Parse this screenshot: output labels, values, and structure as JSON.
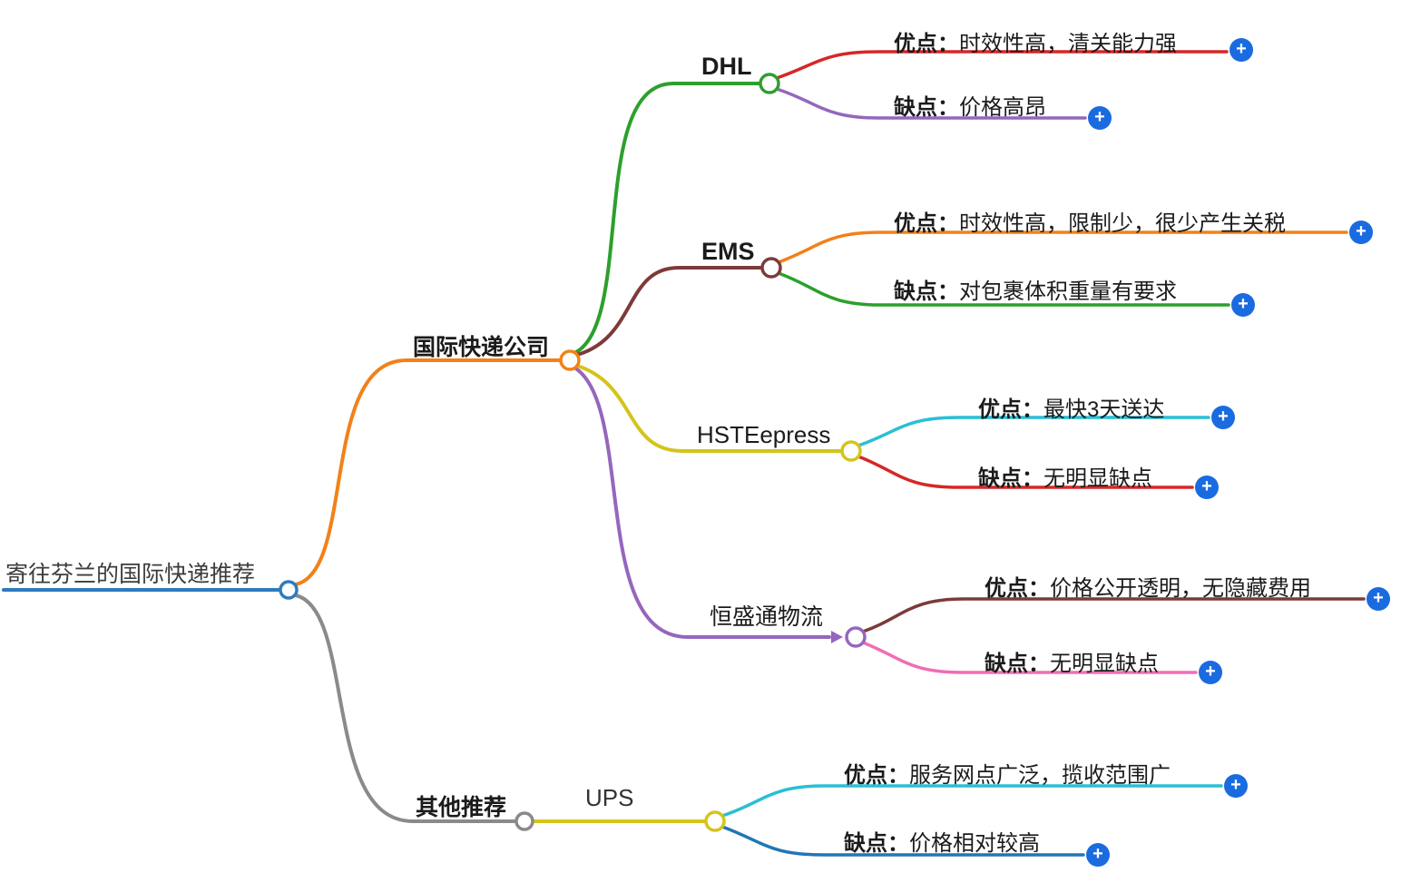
{
  "root": {
    "label": "寄往芬兰的国际快递推荐"
  },
  "nodes": {
    "intl": {
      "label": "国际快递公司"
    },
    "other": {
      "label": "其他推荐"
    },
    "dhl": {
      "label": "DHL",
      "pros": {
        "label": "优点：",
        "value": "时效性高，清关能力强"
      },
      "cons": {
        "label": "缺点：",
        "value": "价格高昂"
      }
    },
    "ems": {
      "label": "EMS",
      "pros": {
        "label": "优点：",
        "value": "时效性高，限制少，很少产生关税"
      },
      "cons": {
        "label": "缺点：",
        "value": "对包裹体积重量有要求"
      }
    },
    "hst": {
      "label": "HSTEepress",
      "pros": {
        "label": "优点：",
        "value": "最快3天送达"
      },
      "cons": {
        "label": "缺点：",
        "value": "无明显缺点"
      }
    },
    "hstl": {
      "label": "恒盛通物流",
      "pros": {
        "label": "优点：",
        "value": "价格公开透明，无隐藏费用"
      },
      "cons": {
        "label": "缺点：",
        "value": "无明显缺点"
      }
    },
    "ups": {
      "label": "UPS",
      "pros": {
        "label": "优点：",
        "value": "服务网点广泛，揽收范围广"
      },
      "cons": {
        "label": "缺点：",
        "value": "价格相对较高"
      }
    }
  },
  "icons": {
    "expand": "+"
  },
  "colors": {
    "root_blue": "#2e7bbf",
    "branch_orange": "#f28118",
    "branch_gray": "#8a8a8a",
    "green": "#2ca02c",
    "dark_red": "#7d3a3a",
    "yellow": "#d4c41a",
    "purple": "#9467bd",
    "red": "#d62728",
    "cyan": "#29bfd6",
    "pink": "#f06eb4",
    "blue": "#1f77b4",
    "expand_button": "#1a6be0"
  }
}
